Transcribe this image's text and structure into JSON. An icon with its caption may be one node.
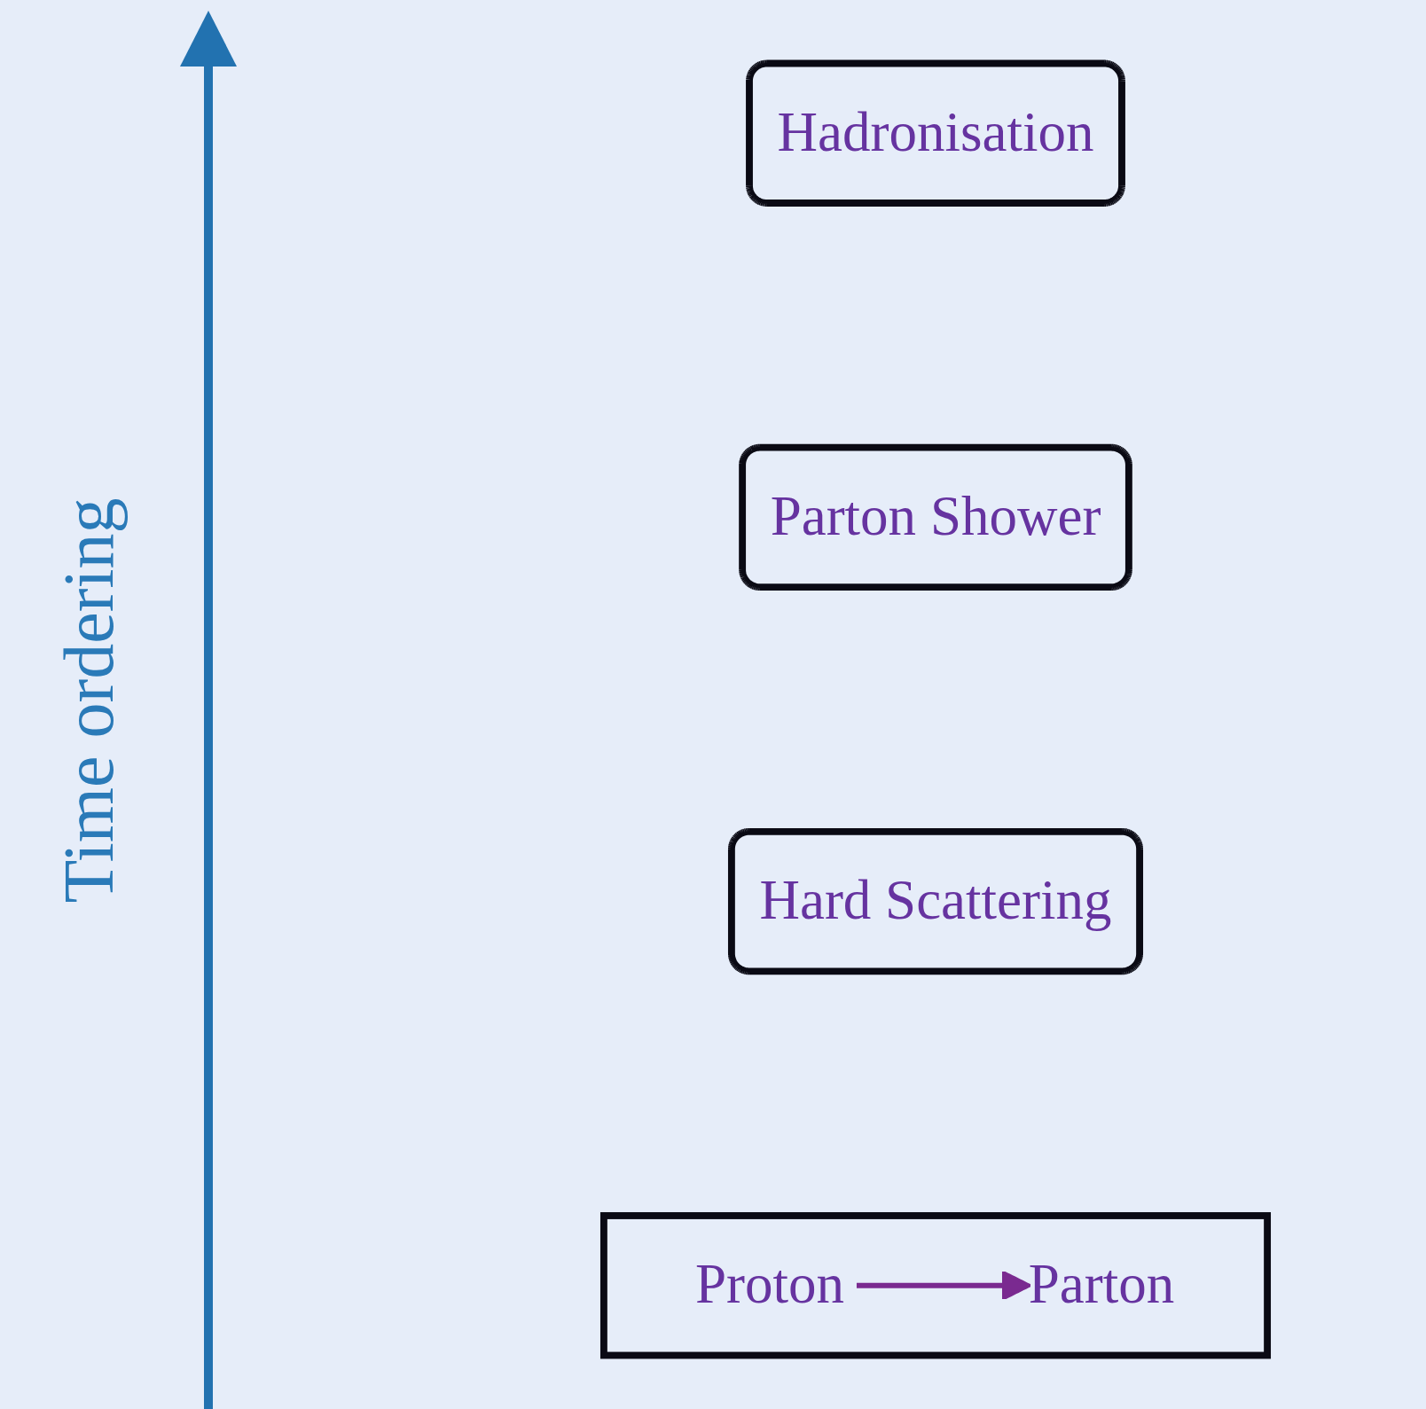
{
  "diagram": {
    "nodes": [
      {
        "text": [
          "Hadronisation"
        ]
      },
      {
        "text": [
          "Parton Shower"
        ]
      },
      {
        "text": [
          "Hard Scattering"
        ]
      },
      {
        "text": [],
        "shape": "box"
      },
      {
        "text": [
          "Proton"
        ],
        "in": 3
      },
      {
        "text": [
          "Parton"
        ],
        "in": 3
      }
    ],
    "edges": [
      {
        "from": 4,
        "to": 5,
        "arrow": "to"
      }
    ],
    "labels": [
      "Time ordering"
    ]
  }
}
